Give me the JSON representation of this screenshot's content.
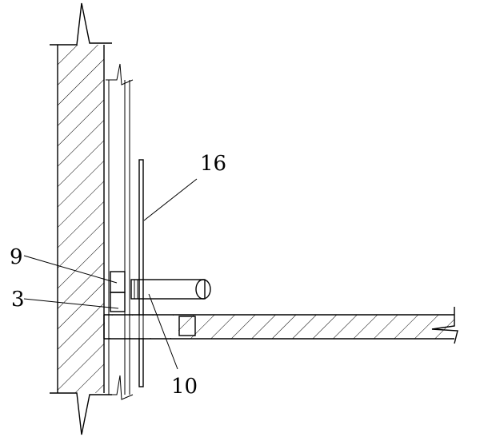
{
  "labels": {
    "part_16": "16",
    "part_9": "9",
    "part_3": "3",
    "part_10": "10"
  }
}
